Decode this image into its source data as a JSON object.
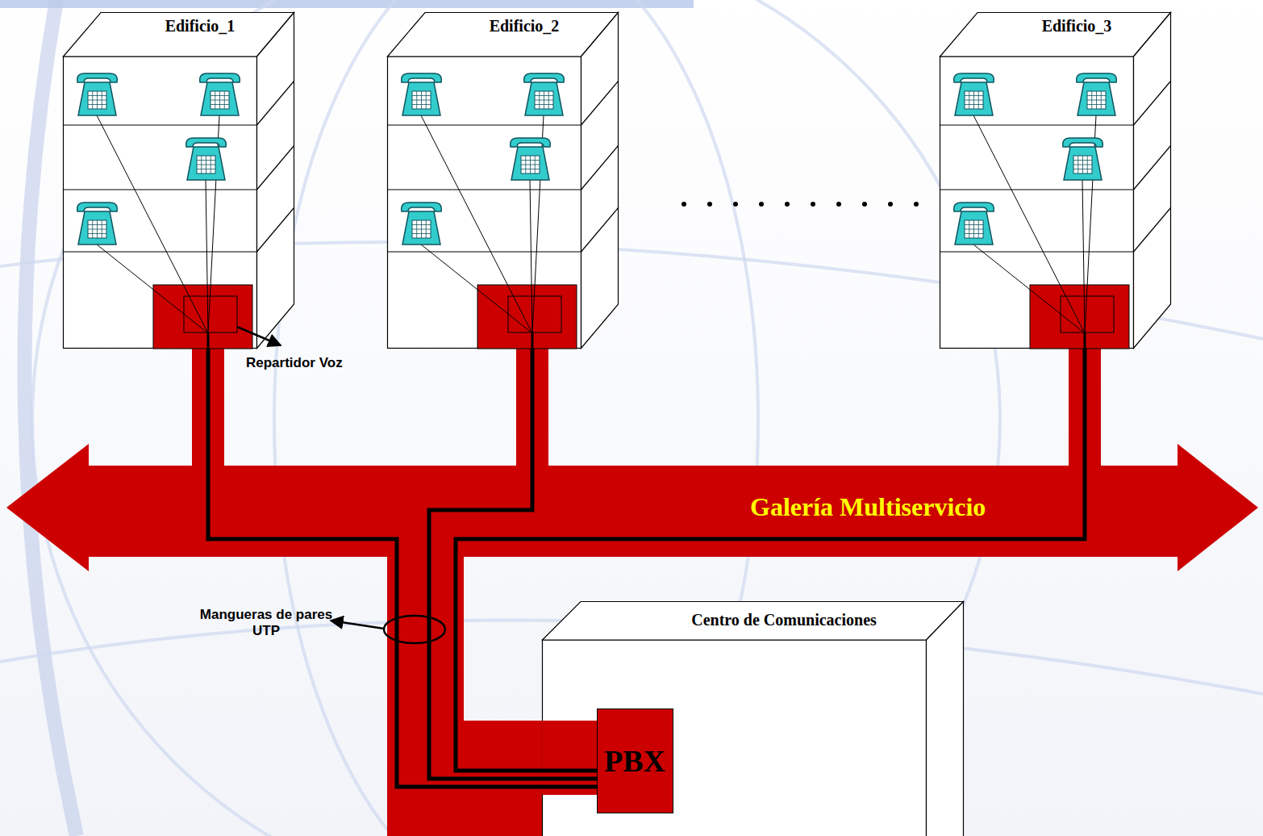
{
  "diagram": {
    "nodes": [
      {
        "text": [
          "Edificio_1"
        ]
      },
      {
        "text": [
          "Edificio_2"
        ]
      },
      {
        "text": [
          "Edificio_3"
        ]
      },
      {
        "text": [
          "Galería Multiservicio"
        ]
      },
      {
        "text": [
          "Centro de Comunicaciones"
        ]
      },
      {
        "text": [
          "PBX"
        ],
        "in": 4
      }
    ],
    "edges": [
      {
        "from": 0,
        "to": 5,
        "arrow": "none"
      },
      {
        "from": 1,
        "to": 5,
        "arrow": "none"
      },
      {
        "from": 2,
        "to": 5,
        "arrow": "none"
      }
    ],
    "labels": [
      "Repartidor Voz",
      "Mangueras de pares UTP"
    ]
  }
}
